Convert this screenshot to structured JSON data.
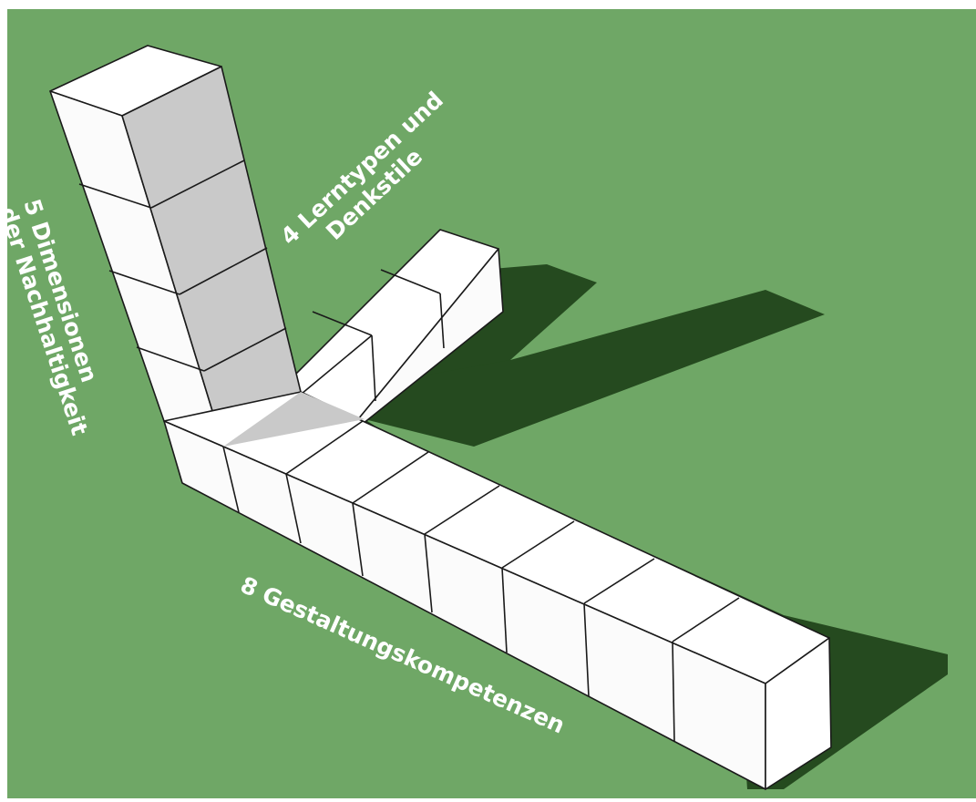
{
  "colors": {
    "background": "#6fa766",
    "shadow": "#254a1f",
    "cube_top": "#ffffff",
    "cube_face": "#fbfbfb",
    "cube_shaded": "#c9c9c9"
  },
  "counts": {
    "vertical_column_cubes": 5,
    "back_row_cubes": 4,
    "front_row_cubes": 8
  },
  "labels": {
    "dimensions_line1": "5 Dimensionen",
    "dimensions_line2": "der Nachhaltigkeit",
    "learning_line1": "4 Lerntypen und",
    "learning_line2": "Denkstile",
    "competencies": "8 Gestaltungskompetenzen"
  }
}
